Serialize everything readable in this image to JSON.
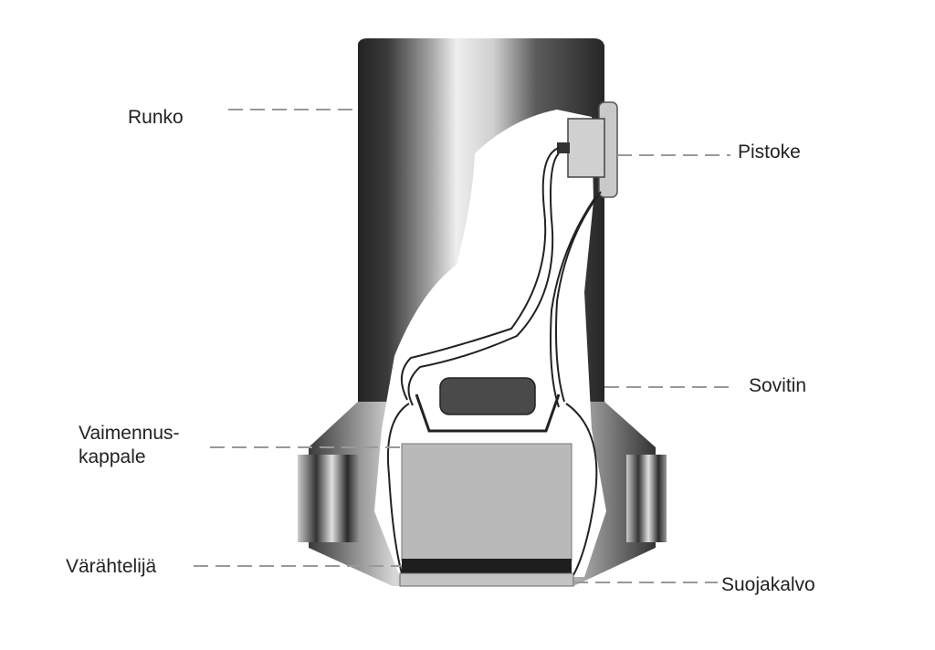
{
  "labels": {
    "runko": "Runko",
    "pistoke": "Pistoke",
    "sovitin": "Sovitin",
    "vaimennus_line1": "Vaimennus-",
    "vaimennus_line2": "kappale",
    "varahtelija": "Värähtelijä",
    "suojakalvo": "Suojakalvo"
  },
  "colors": {
    "body_dark": "#2b2b2b",
    "body_light": "#e6e6e6",
    "interior": "#ffffff",
    "block_fill": "#b9b9b9",
    "adapter_fill": "#4a4a4a",
    "plug_fill": "#c9c9c9",
    "leader_line": "#999999",
    "label_text": "#222222"
  }
}
